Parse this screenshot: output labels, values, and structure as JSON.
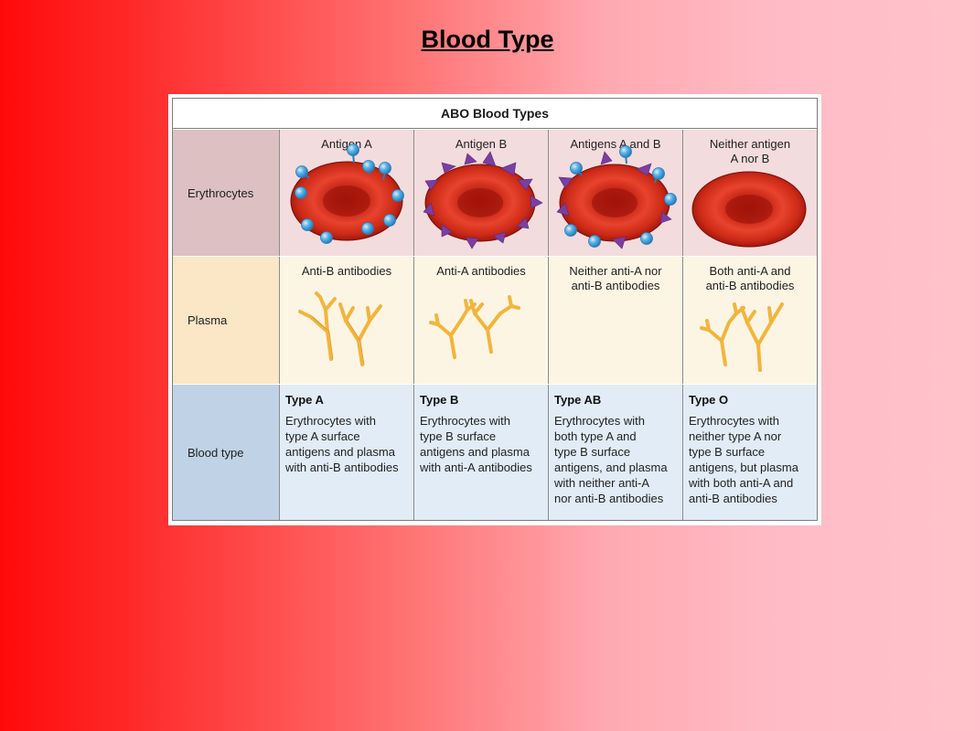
{
  "slide": {
    "title": "Blood Type"
  },
  "table": {
    "title": "ABO Blood Types",
    "row_headers": {
      "erythrocytes": "Erythrocytes",
      "plasma": "Plasma",
      "blood_type": "Blood type"
    },
    "columns": [
      {
        "antigen": "Antigen A",
        "antibodies": "Anti-B antibodies",
        "type": "Type A",
        "description": "Erythrocytes with\ntype A surface\nantigens and plasma\nwith anti-B antibodies"
      },
      {
        "antigen": "Antigen B",
        "antibodies": "Anti-A antibodies",
        "type": "Type B",
        "description": "Erythrocytes with\ntype B surface\nantigens and plasma\nwith anti-A antibodies"
      },
      {
        "antigen": "Antigens A and B",
        "antibodies": "Neither anti-A nor\nanti-B antibodies",
        "type": "Type AB",
        "description": "Erythrocytes with\nboth type A and\ntype B surface\nantigens, and plasma\nwith neither anti-A\nnor anti-B antibodies"
      },
      {
        "antigen": "Neither antigen\nA nor B",
        "antibodies": "Both anti-A and\nanti-B antibodies",
        "type": "Type O",
        "description": "Erythrocytes with\nneither type A nor\ntype B surface\nantigens, but plasma\nwith both anti-A and\nanti-B antibodies"
      }
    ]
  },
  "colors": {
    "cell_red": "#c81f12",
    "antigen_a_blue": "#4aa3dc",
    "antigen_b_purple": "#7b3fa0",
    "antibody_gold": "#f2b53d"
  }
}
